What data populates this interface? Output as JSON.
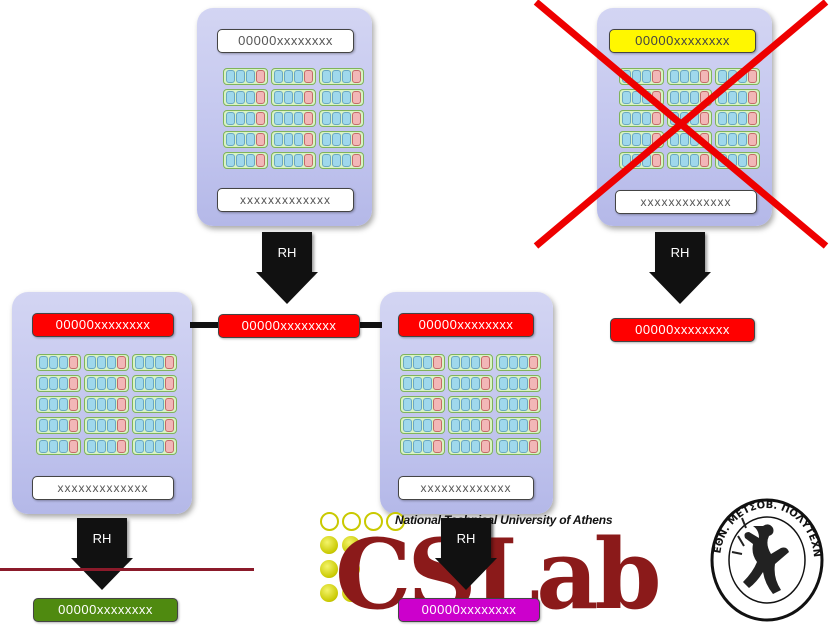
{
  "blocks": {
    "top_center": {
      "header": "00000xxxxxxxx",
      "footer": "xxxxxxxxxxxxx",
      "header_color": "white"
    },
    "top_right": {
      "header": "00000xxxxxxxx",
      "footer": "xxxxxxxxxxxxx",
      "header_color": "yellow",
      "crossed_out": true
    },
    "mid_left": {
      "header": "00000xxxxxxxx",
      "footer": "xxxxxxxxxxxxx",
      "header_color": "red"
    },
    "mid_right": {
      "header": "00000xxxxxxxx",
      "footer": "xxxxxxxxxxxxx",
      "header_color": "red"
    }
  },
  "hash_labels": {
    "center_link": "00000xxxxxxxx",
    "top_right_out": "00000xxxxxxxx",
    "bottom_left_out": "00000xxxxxxxx",
    "bottom_right_out": "00000xxxxxxxx"
  },
  "arrow_label": "RH",
  "logo": {
    "university": "National Technical University of Athens",
    "lab_name": "CSLab",
    "seal_text": "ΕΘΝ. ΜΕΤΣΟΒ. ΠΟΛΥΤΕΧΝΕΙΟΝ"
  },
  "colors": {
    "card": "#c2c5ee",
    "red": "#ff0000",
    "yellow": "#fff700",
    "green": "#4f8a10",
    "magenta": "#cc00cc",
    "cslab": "#8b1a1a",
    "cross": "#ee0000"
  }
}
